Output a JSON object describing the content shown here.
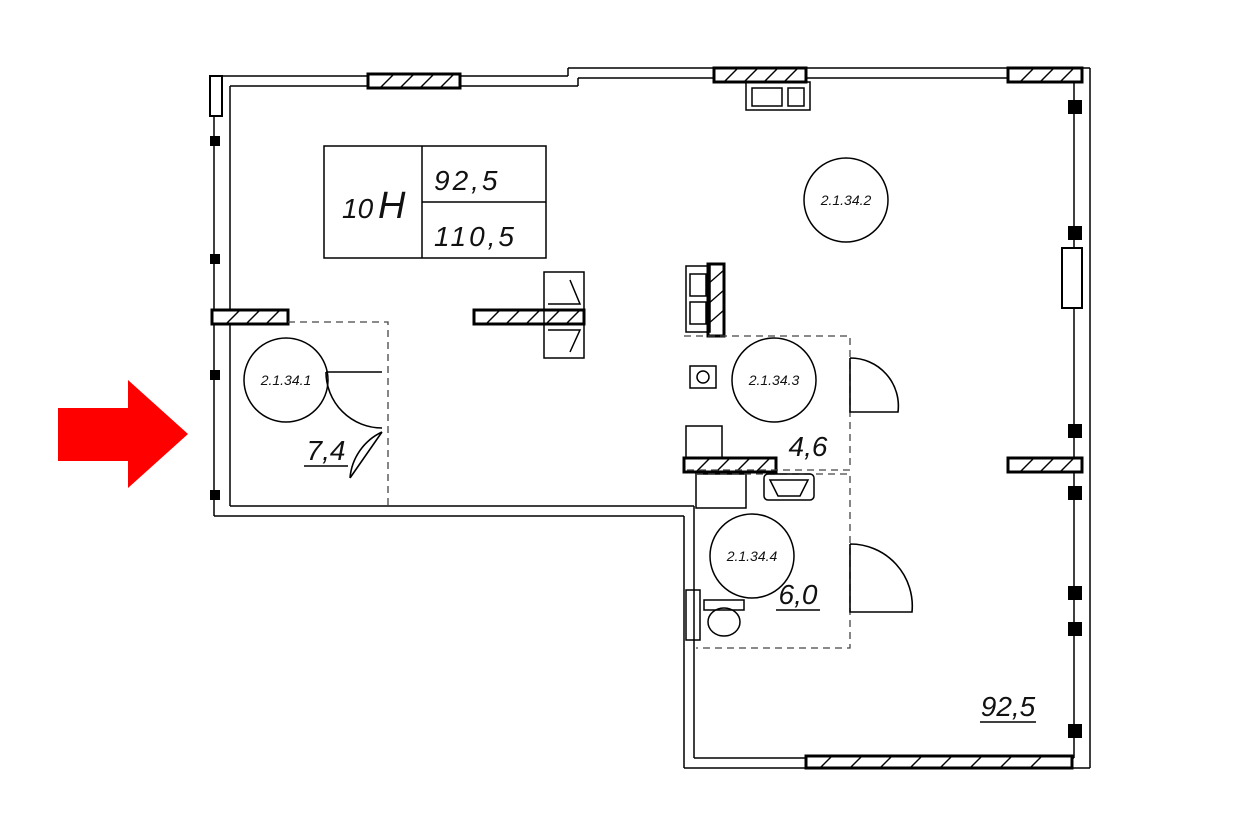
{
  "unit": {
    "number": "10",
    "letter": "Н",
    "living_area": "92,5",
    "total_area": "110,5"
  },
  "rooms": [
    {
      "id": "2.1.34.1",
      "area": "7,4"
    },
    {
      "id": "2.1.34.2",
      "area": "92,5"
    },
    {
      "id": "2.1.34.3",
      "area": "4,6"
    },
    {
      "id": "2.1.34.4",
      "area": "6,0"
    }
  ],
  "colors": {
    "line": "#000000",
    "background": "#ffffff",
    "arrow": "#ff0000"
  },
  "icons": [
    "entrance-arrow-icon",
    "sink-icon",
    "toilet-icon",
    "door-swing-icon"
  ]
}
